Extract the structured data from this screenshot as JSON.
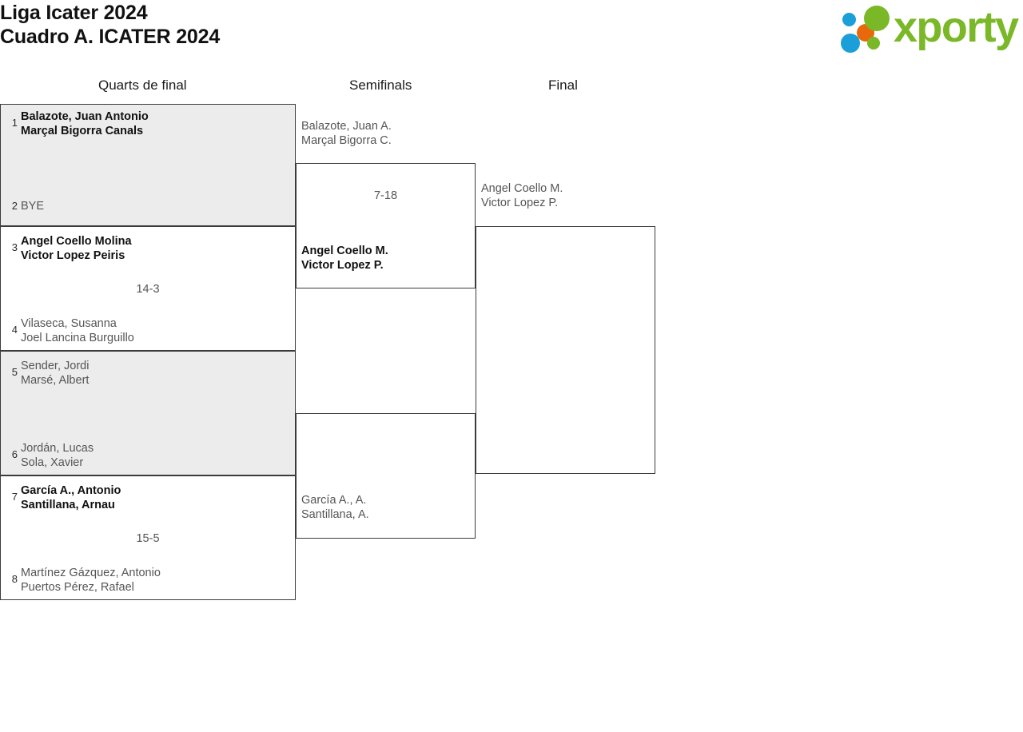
{
  "header": {
    "title_line_1": "Liga Icater 2024",
    "title_line_2": "Cuadro A. ICATER 2024",
    "logo_text": "xporty"
  },
  "rounds": [
    {
      "label": "Quarts de final"
    },
    {
      "label": "Semifinals"
    },
    {
      "label": "Final"
    }
  ],
  "quarterfinals": [
    {
      "shaded": true,
      "score": "",
      "top": {
        "seed": "1",
        "line1": "Balazote, Juan Antonio",
        "line2": "Marçal Bigorra Canals",
        "winner": true
      },
      "bottom": {
        "seed": "2",
        "line1": "BYE",
        "line2": "",
        "winner": false
      }
    },
    {
      "shaded": false,
      "score": "14-3",
      "top": {
        "seed": "3",
        "line1": "Angel Coello Molina",
        "line2": "Victor Lopez Peiris",
        "winner": true
      },
      "bottom": {
        "seed": "4",
        "line1": "Vilaseca, Susanna",
        "line2": "Joel Lancina Burguillo",
        "winner": false
      }
    },
    {
      "shaded": true,
      "score": "",
      "top": {
        "seed": "5",
        "line1": "Sender, Jordi",
        "line2": "Marsé, Albert",
        "winner": false
      },
      "bottom": {
        "seed": "6",
        "line1": "Jordán, Lucas",
        "line2": "Sola, Xavier",
        "winner": false
      }
    },
    {
      "shaded": false,
      "score": "15-5",
      "top": {
        "seed": "7",
        "line1": "García A., Antonio",
        "line2": "Santillana, Arnau",
        "winner": true
      },
      "bottom": {
        "seed": "8",
        "line1": "Martínez Gázquez, Antonio",
        "line2": "Puertos Pérez, Rafael",
        "winner": false
      }
    }
  ],
  "semifinals": [
    {
      "score": "7-18",
      "top": {
        "line1": "Balazote, Juan A.",
        "line2": "Marçal Bigorra C.",
        "winner": false
      },
      "bottom": {
        "line1": "Angel Coello M.",
        "line2": "Victor Lopez P.",
        "winner": true
      }
    },
    {
      "score": "",
      "top": {
        "line1": "",
        "line2": "",
        "winner": false
      },
      "bottom": {
        "line1": "García A., A.",
        "line2": "Santillana, A.",
        "winner": false
      }
    }
  ],
  "final": [
    {
      "score": "",
      "top": {
        "line1": "Angel Coello M.",
        "line2": "Victor Lopez P.",
        "winner": false
      },
      "bottom": {
        "line1": "",
        "line2": "",
        "winner": false
      }
    }
  ],
  "colors": {
    "brand_green": "#7ab828",
    "brand_blue": "#1b9fd8",
    "brand_orange": "#e8690b",
    "box_border": "#3b3b3b",
    "shaded_row": "#ececec"
  }
}
